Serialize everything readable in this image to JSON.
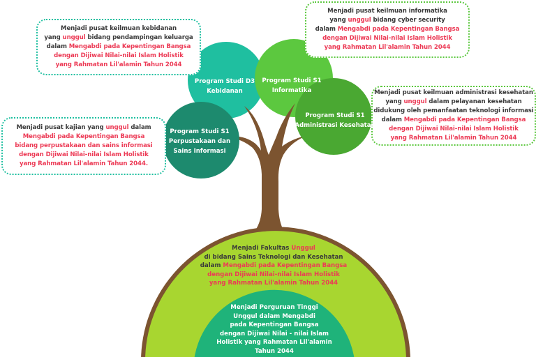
{
  "colors": {
    "text": "#3a3a3a",
    "highlight": "#ec3a55",
    "teal": "#1fbfa0",
    "green_light": "#5cc83f",
    "green_mid": "#4aa832",
    "teal_dark": "#1d8a6e",
    "lime": "#a8d630",
    "trunk": "#7c5430",
    "emerald": "#1fb37a"
  },
  "programs": [
    {
      "line1": "Program Studi D3",
      "line2": "Kebidanan"
    },
    {
      "line1": "Program Studi S1",
      "line2": "Informatika"
    },
    {
      "line1": "Program Studi S1",
      "line2": "Administrasi Kesehatan"
    },
    {
      "line1": "Program Studi S1",
      "line2": "Perpustakaan dan",
      "line3": "Sains Informasi"
    }
  ],
  "visions": {
    "kebidanan": [
      [
        {
          "t": "Menjadi pusat keilmuan kebidanan",
          "h": false
        }
      ],
      [
        {
          "t": "yang ",
          "h": false
        },
        {
          "t": "unggul",
          "h": true
        },
        {
          "t": " bidang pendampingan keluarga",
          "h": false
        }
      ],
      [
        {
          "t": "dalam ",
          "h": false
        },
        {
          "t": "Mengabdi pada Kepentingan Bangsa",
          "h": true
        }
      ],
      [
        {
          "t": "dengan Dijiwai Nilai-nilai Islam Holistik",
          "h": true
        }
      ],
      [
        {
          "t": "yang Rahmatan Lil'alamin Tahun 2044",
          "h": true
        }
      ]
    ],
    "informatika": [
      [
        {
          "t": "Menjadi pusat keilmuan informatika",
          "h": false
        }
      ],
      [
        {
          "t": "yang ",
          "h": false
        },
        {
          "t": "unggul",
          "h": true
        },
        {
          "t": " bidang cyber security",
          "h": false
        }
      ],
      [
        {
          "t": "dalam ",
          "h": false
        },
        {
          "t": "Mengabdi pada Kepentingan Bangsa",
          "h": true
        }
      ],
      [
        {
          "t": "dengan Dijiwai Nilai-nilai Islam Holistik",
          "h": true
        }
      ],
      [
        {
          "t": "yang Rahmatan Lil'alamin Tahun 2044",
          "h": true
        }
      ]
    ],
    "administrasi": [
      [
        {
          "t": "Menjadi pusat keilmuan administrasi kesehatan",
          "h": false
        }
      ],
      [
        {
          "t": "yang ",
          "h": false
        },
        {
          "t": "unggul",
          "h": true
        },
        {
          "t": " dalam pelayanan kesehatan",
          "h": false
        }
      ],
      [
        {
          "t": "didukung oleh pemanfaatan teknologi informasi",
          "h": false
        }
      ],
      [
        {
          "t": "dalam ",
          "h": false
        },
        {
          "t": "Mengabdi pada Kepentingan Bangsa",
          "h": true
        }
      ],
      [
        {
          "t": "dengan Dijiwai Nilai-nilai Islam Holistik",
          "h": true
        }
      ],
      [
        {
          "t": "yang Rahmatan Lil'alamin Tahun 2044",
          "h": true
        }
      ]
    ],
    "perpustakaan": [
      [
        {
          "t": "Menjadi pusat kajian yang ",
          "h": false
        },
        {
          "t": "unggul",
          "h": true
        },
        {
          "t": " dalam",
          "h": false
        }
      ],
      [
        {
          "t": "Mengabdi pada Kepentingan Bangsa",
          "h": true
        }
      ],
      [
        {
          "t": "bidang perpustakaan dan sains informasi",
          "h": true
        }
      ],
      [
        {
          "t": "dengan Dijiwai Nilai-nilai Islam Holistik",
          "h": true
        }
      ],
      [
        {
          "t": "yang Rahmatan Lil'alamin Tahun 2044.",
          "h": true
        }
      ]
    ],
    "fakultas": [
      [
        {
          "t": "Menjadi Fakultas ",
          "h": false
        },
        {
          "t": "Unggul",
          "h": true
        }
      ],
      [
        {
          "t": "di bidang Sains Teknologi dan Kesehatan",
          "h": false
        }
      ],
      [
        {
          "t": "dalam ",
          "h": false
        },
        {
          "t": "Mengabdi pada Kepentingan Bangsa",
          "h": true
        }
      ],
      [
        {
          "t": "dengan Dijiwai Nilai-nilai Islam Holistik",
          "h": true
        }
      ],
      [
        {
          "t": "yang Rahmatan Lil'alamin Tahun 2044",
          "h": true
        }
      ]
    ],
    "universitas": [
      "Menjadi Perguruan Tinggi",
      "Unggul dalam Mengabdi",
      "pada Kepentingan Bangsa",
      "dengan Dijiwai  Nilai - nilai Islam",
      "Holistik yang Rahmatan Lil'alamin",
      "Tahun 2044"
    ]
  }
}
